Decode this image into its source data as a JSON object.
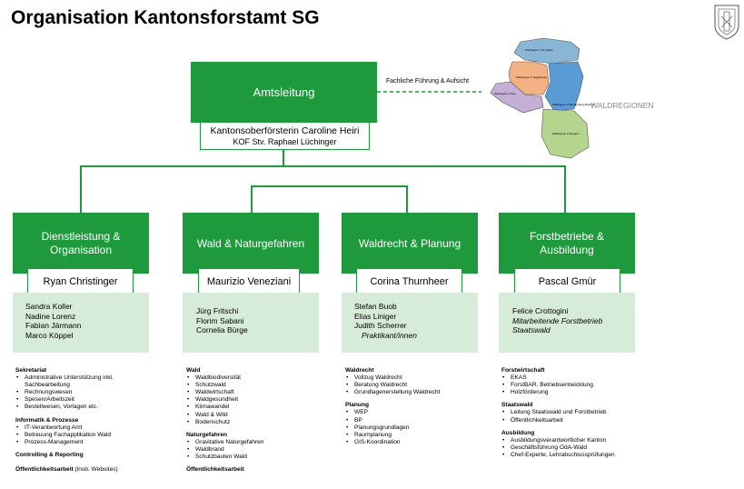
{
  "title": "Organisation Kantonsforstamt SG",
  "crest_icon": "canton-sg-coat-of-arms",
  "top": {
    "label": "Amtsleitung",
    "leader": "Kantonsoberförsterin Caroline Heiri",
    "deputy": "KOF Stv. Raphael Lüchinger",
    "dashed_label": "Fachliche Führung & Aufsicht"
  },
  "map": {
    "label": "WALDREGIONEN",
    "regions": [
      "Waldregion 1 St.Gallen",
      "Waldregion 5 Toggenburg",
      "Waldregion 4 See",
      "Waldregion 2 Werdenberg-Rheintal",
      "Waldregion 3 Sargans"
    ]
  },
  "departments": [
    {
      "title": "Dienstleistung & Organisation",
      "head": "Ryan Christinger",
      "staff": [
        {
          "t": "Sandra Koller"
        },
        {
          "t": "Nadine Lorenz"
        },
        {
          "t": "Fabian Järmann"
        },
        {
          "t": "Marco Köppel"
        }
      ],
      "sections": [
        {
          "heading": "Sekretariat",
          "items": [
            "Administrative Unterstützung inkl. Sachbearbeitung",
            "Rechnungswesen",
            "Spesen/Arbeitszeit",
            "Bestellwesen, Vorlagen etc."
          ]
        },
        {
          "heading": "Informatik & Prozesse",
          "items": [
            "IT-Verantwortung Amt",
            "Betreuung Fachapplikation Wald",
            "Prozess-Management"
          ]
        },
        {
          "heading": "Controlling & Reporting",
          "items": []
        },
        {
          "heading": "Öffentlichkeitsarbeit",
          "heading_suffix": " (insb. Websites)",
          "items": []
        }
      ]
    },
    {
      "title": "Wald & Naturgefahren",
      "head": "Maurizio Veneziani",
      "staff": [
        {
          "t": "Jürg Fritschi"
        },
        {
          "t": "Florim Sabani"
        },
        {
          "t": "Cornelia Bürge"
        }
      ],
      "sections": [
        {
          "heading": "Wald",
          "items": [
            "Waldbiodiversität",
            "Schutzwald",
            "Waldwirtschaft",
            "Waldgesundheit",
            "Klimawandel",
            "Wald & Wild",
            "Bodenschutz"
          ]
        },
        {
          "heading": "Naturgefahren",
          "items": [
            "Gravitative Naturgefahren",
            "Waldbrand",
            "Schutzbauten Wald"
          ]
        },
        {
          "heading": "Öffentlichkeitsarbeit",
          "items": []
        }
      ]
    },
    {
      "title": "Waldrecht & Planung",
      "head": "Corina Thurnheer",
      "staff": [
        {
          "t": "Stefan Buob"
        },
        {
          "t": "Elias Liniger"
        },
        {
          "t": "Judith Scherrer"
        },
        {
          "t": "Praktikant/innen",
          "italic": true
        }
      ],
      "sections": [
        {
          "heading": "Waldrecht",
          "items": [
            "Vollzug Waldrecht",
            "Beratung Waldrecht",
            "Grundlagenerstellung Waldrecht"
          ]
        },
        {
          "heading": "Planung",
          "items": [
            "WEP",
            "BP",
            "Planungsgrundlagen",
            "Raumplanung",
            "GIS-Koordination"
          ]
        }
      ]
    },
    {
      "title": "Forstbetriebe & Ausbildung",
      "head": "Pascal Gmür",
      "staff": [
        {
          "t": "Felice Crottogini"
        },
        {
          "t": "Mitarbeitende Forstbetrieb Staatswald",
          "italic": true
        }
      ],
      "sections": [
        {
          "heading": "Forstwirtschaft",
          "items": [
            "EKAS",
            "ForstBAR, Betriebsentwicklung",
            "Holzförderung"
          ]
        },
        {
          "heading": "Staatswald",
          "items": [
            "Leitung Staatswald und Forstbetrieb",
            "Öffentlichkeitsarbeit"
          ]
        },
        {
          "heading": "Ausbildung",
          "items": [
            "Ausbildungsverantwortlicher Kanton",
            "Geschäftsführung OdA-Wald",
            "Chef-Experte, Lehrabschlussprüfungen"
          ]
        }
      ]
    }
  ]
}
